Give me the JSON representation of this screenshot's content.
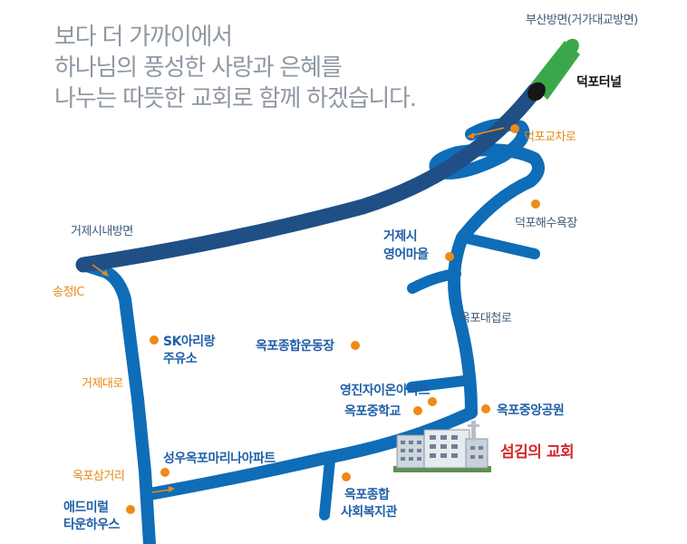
{
  "intro": {
    "line1": "보다 더 가까이에서",
    "line2": "하나님의 풍성한 사랑과 은혜를",
    "line3": "나누는 따뜻한 교회로 함께 하겠습니다."
  },
  "labels": {
    "busan_dir": "부산방면(거가대교방면)",
    "deokpo_tunnel": "덕포터널",
    "deokpo_ic": "덕포교차로",
    "deokpo_beach": "덕포해수욕장",
    "geoje_city_dir": "거제시내방면",
    "songjeong_ic": "송정IC",
    "english_village_1": "거제시",
    "english_village_2": "영어마을",
    "okpo_daecheop_ro": "옥포대첩로",
    "sk_arirang_1": "SK아리랑",
    "sk_arirang_2": "주유소",
    "okpo_stadium": "옥포종합운동장",
    "geoje_daero": "거제대로",
    "youngjin_apt": "영진자이온아파트",
    "okpo_middle_school": "옥포중학교",
    "okpo_central_park": "옥포중앙공원",
    "church_name": "섬김의 교회",
    "seongwoo_apt": "성우옥포마리나아파트",
    "okpo_samgeori": "옥포삼거리",
    "admiral_1": "애드미럴",
    "admiral_2": "타운하우스",
    "welfare_1": "옥포종합",
    "welfare_2": "사회복지관"
  },
  "colors": {
    "road": "#0f6cb6",
    "highway": "#1f4f85",
    "tunnel": "#3aa84a",
    "poi_dot": "#ef8a17",
    "church_text": "#d6262b",
    "intro_text": "#8f98a3"
  },
  "icons": [
    "arrow-right-icon",
    "tunnel-icon",
    "church-building-icon"
  ]
}
